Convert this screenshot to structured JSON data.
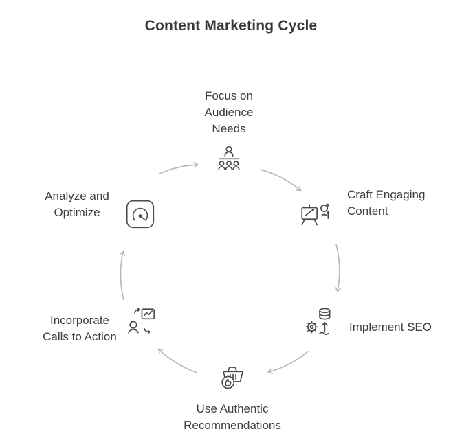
{
  "title": "Content Marketing Cycle",
  "colors": {
    "arrow": "#b8b8b8",
    "icon": "#4a4a4a",
    "text": "#3d3d3d",
    "title": "#383838",
    "background": "#ffffff"
  },
  "nodes": [
    {
      "id": "focus",
      "label": "Focus on\nAudience\nNeeds",
      "icon": "presentation-audience-icon"
    },
    {
      "id": "craft",
      "label": "Craft Engaging\nContent",
      "icon": "easel-art-icon"
    },
    {
      "id": "seo",
      "label": "Implement SEO",
      "icon": "database-gear-icon"
    },
    {
      "id": "recommend",
      "label": "Use Authentic\nRecommendations",
      "icon": "basket-thumbs-up-icon"
    },
    {
      "id": "cta",
      "label": "Incorporate\nCalls to Action",
      "icon": "person-chart-arrows-icon"
    },
    {
      "id": "analyze",
      "label": "Analyze and\nOptimize",
      "icon": "gauge-icon"
    }
  ],
  "cycle_direction": "clockwise"
}
